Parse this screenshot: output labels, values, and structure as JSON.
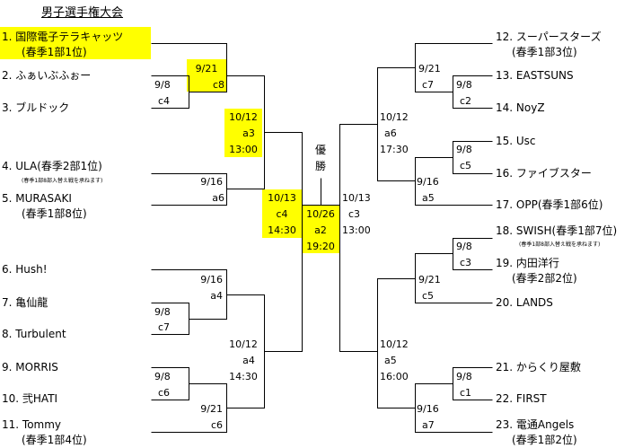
{
  "title": "男子選手権大会",
  "colors": {
    "highlight": "#ffff00",
    "line": "#000000"
  },
  "champion_label": "優勝",
  "teams": [
    {
      "label": "1.  国際電子テラキャッツ",
      "sub": "(春季1部1位)"
    },
    {
      "label": "2.  ふぁいぶふぉー",
      "sub": ""
    },
    {
      "label": "3.  ブルドック",
      "sub": ""
    },
    {
      "label": "4.  ULA(春季2部1位)",
      "sub": "(春季1部8部入替え戦を承ねます)"
    },
    {
      "label": "5.  MURASAKI",
      "sub": "(春季1部8位)"
    },
    {
      "label": "6.  Hush!",
      "sub": ""
    },
    {
      "label": "7.  亀仙龍",
      "sub": ""
    },
    {
      "label": "8.  Turbulent",
      "sub": ""
    },
    {
      "label": "9.  MORRIS",
      "sub": ""
    },
    {
      "label": "10.  弐HATI",
      "sub": ""
    },
    {
      "label": "11.  Tommy",
      "sub": "(春季1部4位)"
    },
    {
      "label": "12.  スーパースターズ",
      "sub": "(春季1部3位)"
    },
    {
      "label": "13.  EASTSUNS",
      "sub": ""
    },
    {
      "label": "14.  NoyZ",
      "sub": ""
    },
    {
      "label": "15.  Usc",
      "sub": ""
    },
    {
      "label": "16.  ファイブスター",
      "sub": ""
    },
    {
      "label": "17.  OPP(春季1部6位)",
      "sub": ""
    },
    {
      "label": "18.  SWISH(春季1部7位)",
      "sub": "(春季1部8部入替え戦を承ねます)"
    },
    {
      "label": "19.  内田洋行",
      "sub": "(春季2部2位)"
    },
    {
      "label": "20.  LANDS",
      "sub": ""
    },
    {
      "label": "21.  からくり屋敷",
      "sub": ""
    },
    {
      "label": "22.  FIRST",
      "sub": ""
    },
    {
      "label": "23.  電通Angels",
      "sub": "(春季1部2位)"
    }
  ],
  "matches": [
    {
      "id": "L1",
      "date": "9/8",
      "court": "c4"
    },
    {
      "id": "L2",
      "date": "9/21",
      "court": "c8"
    },
    {
      "id": "L3",
      "date": "9/16",
      "court": "a6"
    },
    {
      "id": "L4",
      "date": "10/12",
      "court": "a3",
      "time": "13:00"
    },
    {
      "id": "L5",
      "date": "9/8",
      "court": "c7"
    },
    {
      "id": "L6",
      "date": "9/16",
      "court": "a4"
    },
    {
      "id": "L7",
      "date": "9/8",
      "court": "c6"
    },
    {
      "id": "L8",
      "date": "9/21",
      "court": "c6"
    },
    {
      "id": "L9",
      "date": "10/12",
      "court": "a4",
      "time": "14:30"
    },
    {
      "id": "L10",
      "date": "10/13",
      "court": "c4",
      "time": "14:30"
    },
    {
      "id": "F",
      "date": "10/26",
      "court": "a2",
      "time": "19:20"
    },
    {
      "id": "R10",
      "date": "10/13",
      "court": "c3",
      "time": "13:00"
    },
    {
      "id": "R1",
      "date": "9/8",
      "court": "c2"
    },
    {
      "id": "R2",
      "date": "9/21",
      "court": "c7"
    },
    {
      "id": "R3",
      "date": "9/8",
      "court": "c5"
    },
    {
      "id": "R4",
      "date": "9/16",
      "court": "a5"
    },
    {
      "id": "R5",
      "date": "10/12",
      "court": "a6",
      "time": "17:30"
    },
    {
      "id": "R6",
      "date": "9/8",
      "court": "c3"
    },
    {
      "id": "R7",
      "date": "9/21",
      "court": "c5"
    },
    {
      "id": "R8",
      "date": "9/8",
      "court": "c1"
    },
    {
      "id": "R9",
      "date": "9/16",
      "court": "a7"
    },
    {
      "id": "R11",
      "date": "10/12",
      "court": "a5",
      "time": "16:00"
    }
  ]
}
